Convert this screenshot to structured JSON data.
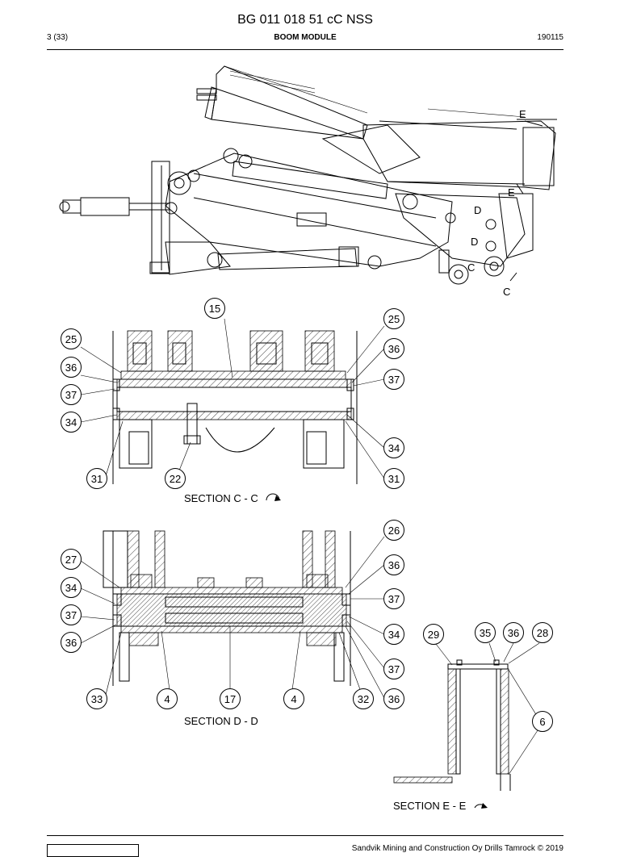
{
  "header": {
    "doc_title": "BG 011 018 51 cC NSS",
    "page": "3 (33)",
    "section": "BOOM MODULE",
    "date_code": "190115"
  },
  "overview": {
    "view_letters": [
      "E",
      "E",
      "D",
      "D",
      "C",
      "C"
    ]
  },
  "section_cc": {
    "caption": "SECTION C - C",
    "callouts": [
      "15",
      "25",
      "25",
      "36",
      "36",
      "37",
      "37",
      "34",
      "34",
      "31",
      "22",
      "31"
    ]
  },
  "section_dd": {
    "caption": "SECTION D - D",
    "callouts": [
      "26",
      "27",
      "36",
      "34",
      "37",
      "37",
      "36",
      "34",
      "37",
      "33",
      "4",
      "17",
      "4",
      "32",
      "36"
    ]
  },
  "section_ee": {
    "caption": "SECTION E - E",
    "callouts": [
      "29",
      "35",
      "36",
      "28",
      "6"
    ]
  },
  "footer": {
    "copyright": "Sandvik Mining and Construction Oy Drills Tamrock © 2019"
  }
}
